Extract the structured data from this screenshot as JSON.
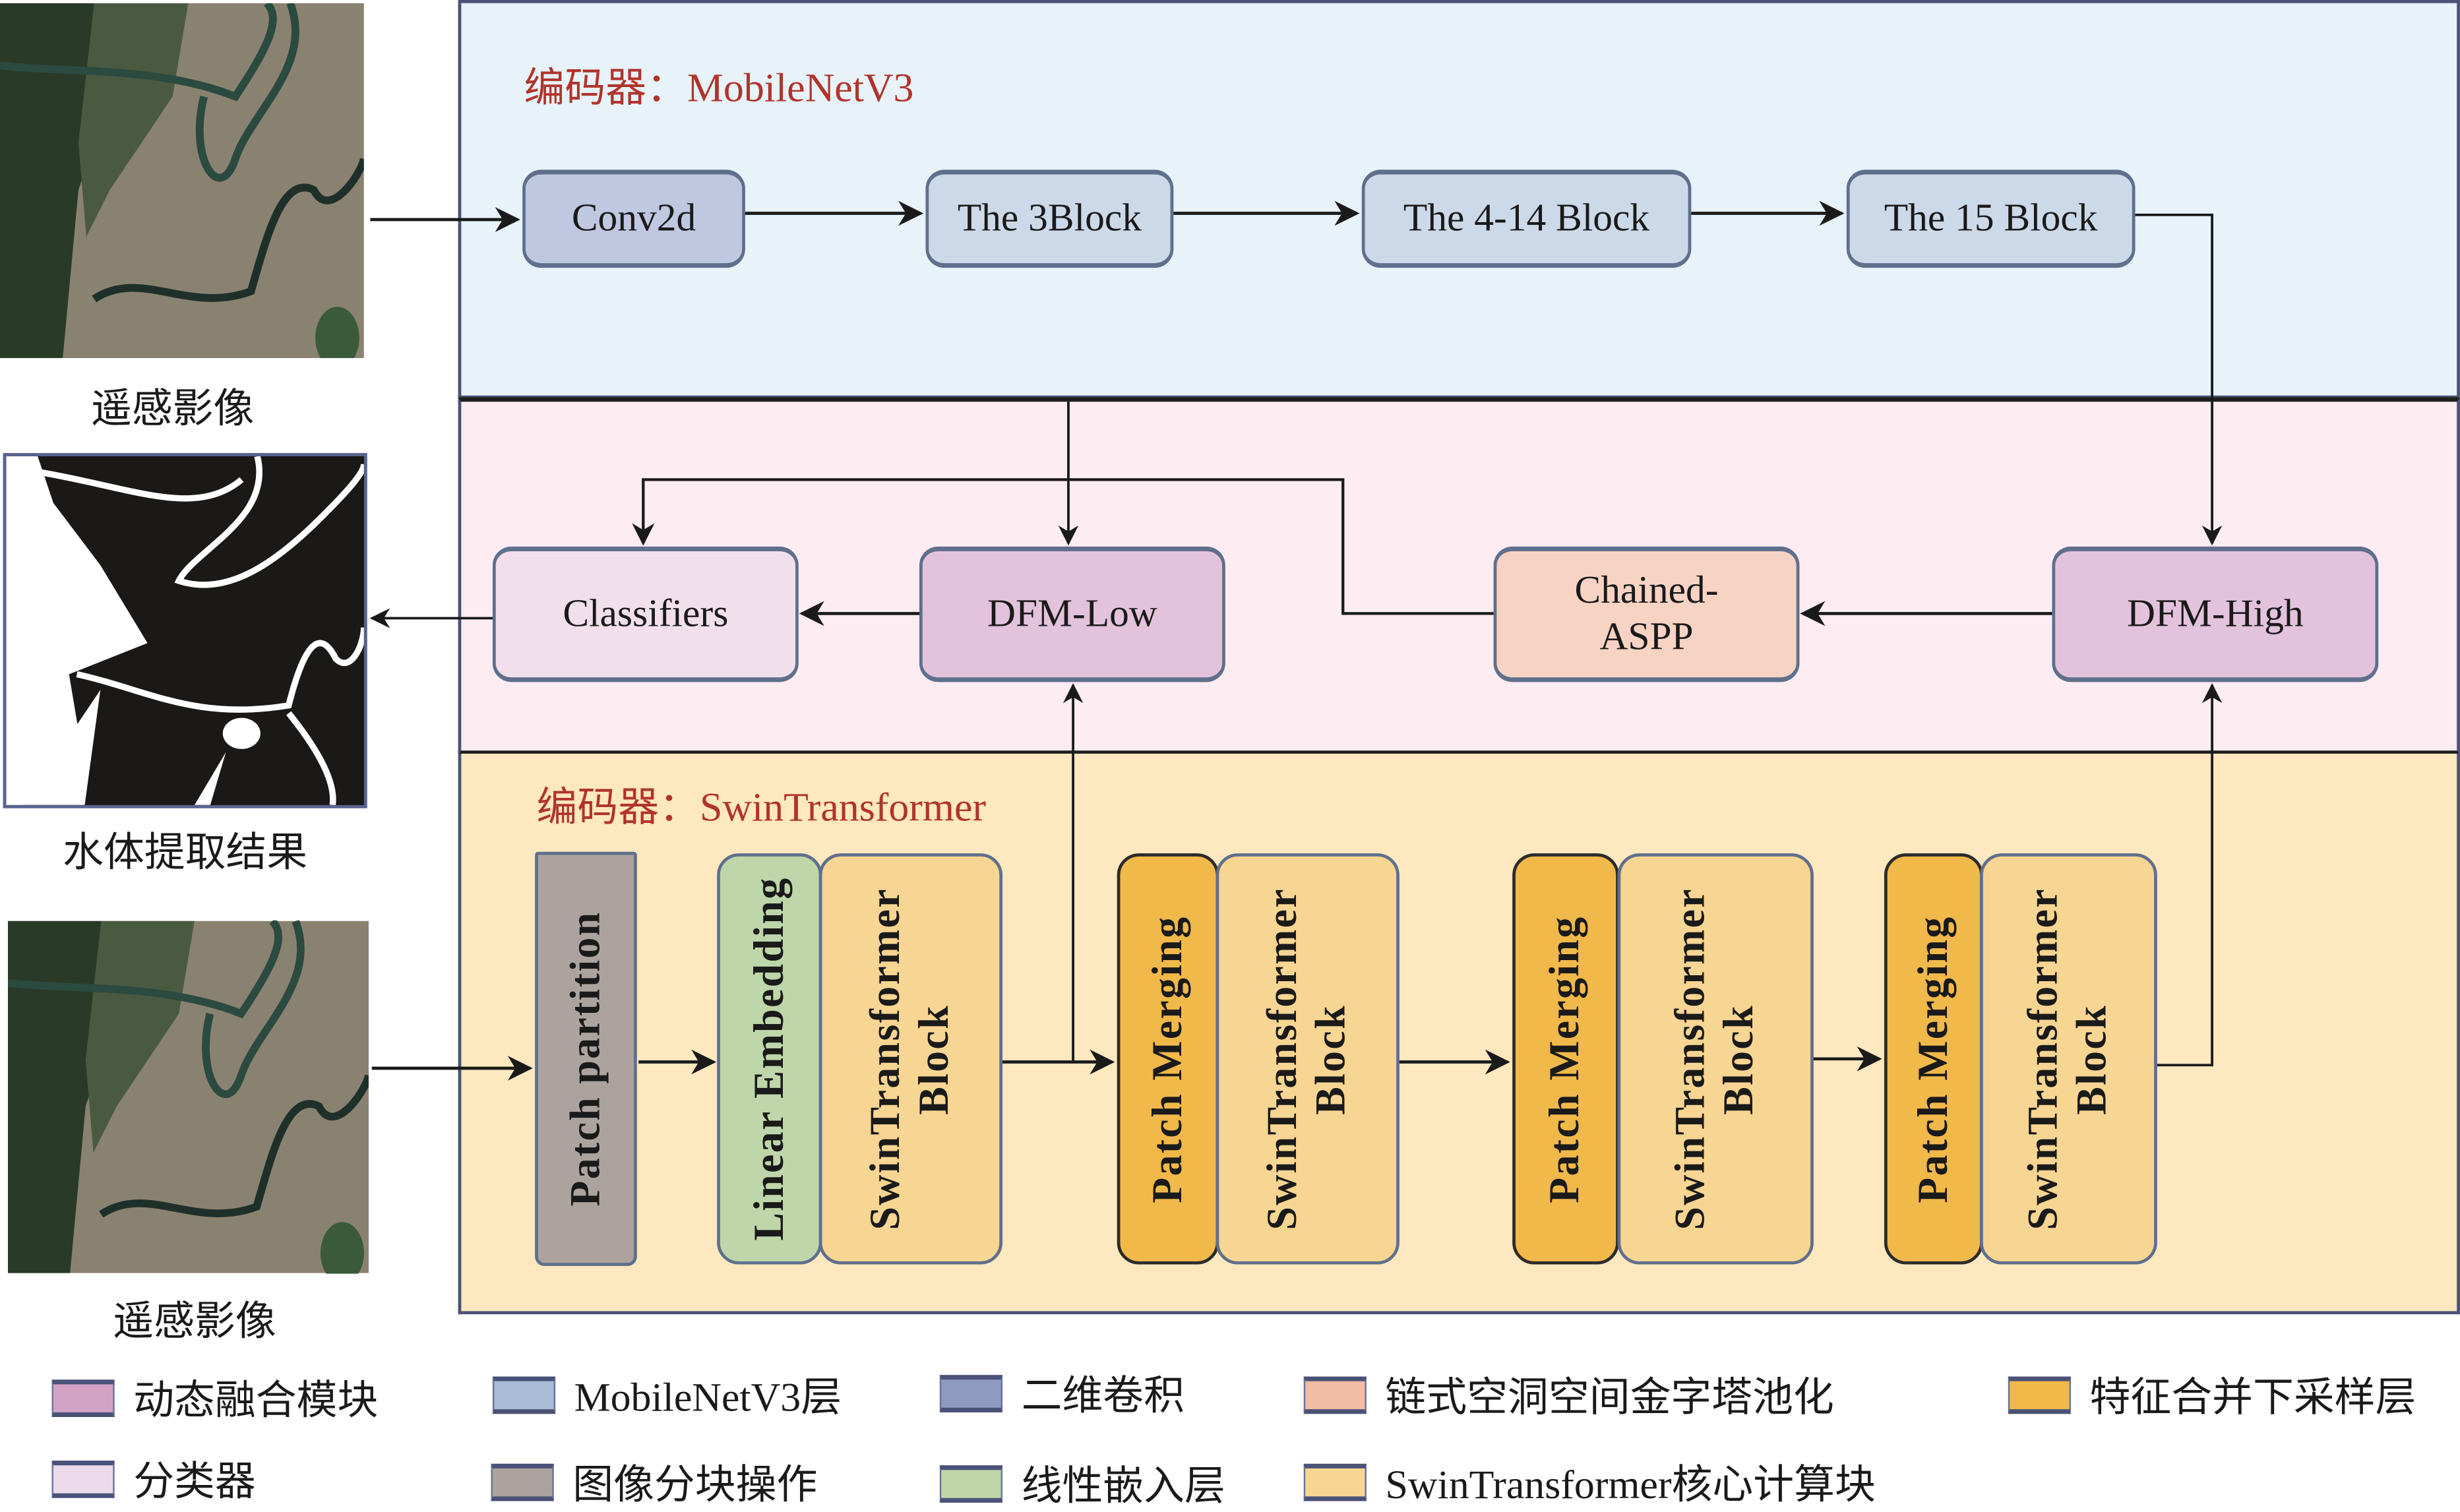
{
  "colors": {
    "panel_mobilenet_bg": "#e7f2f9",
    "panel_decoder_bg": "#fdedf3",
    "panel_swin_bg": "#fde8bf",
    "title_red": "#b0342b",
    "conv2d": "#bfc8e0",
    "mobilenet_block": "#ccd9e8",
    "dfm": "#e3c3dc",
    "classifier": "#f1e0ec",
    "chained_aspp": "#f7d3c4",
    "patch_partition": "#aca39f",
    "linear_embedding": "#bed6a9",
    "swin_block": "#f7d592",
    "patch_merging": "#f1b84a"
  },
  "inputs": {
    "top_image_caption": "遥感影像",
    "result_caption": "水体提取结果",
    "bottom_image_caption": "遥感影像"
  },
  "encoder_mobilenet": {
    "title": "编码器：MobileNetV3",
    "blocks": [
      "Conv2d",
      "The 3Block",
      "The 4-14 Block",
      "The 15 Block"
    ]
  },
  "decoder": {
    "classifiers": "Classifiers",
    "dfm_low": "DFM-Low",
    "chained_aspp": "Chained-\nASPP",
    "dfm_high": "DFM-High"
  },
  "encoder_swin": {
    "title": "编码器：SwinTransformer",
    "patch_partition": "Patch partition",
    "linear_embedding": "Linear Embedding",
    "swin_block": "SwinTransformer\nBlock",
    "patch_merging": "Patch Merging"
  },
  "legend": [
    {
      "label": "动态融合模块",
      "color": "#d3a3c6"
    },
    {
      "label": "MobileNetV3层",
      "color": "#a9bcd6"
    },
    {
      "label": "二维卷积",
      "color": "#8f9bc0"
    },
    {
      "label": "链式空洞空间金字塔池化",
      "color": "#f2bba3"
    },
    {
      "label": "特征合并下采样层",
      "color": "#f1b84a"
    },
    {
      "label": "分类器",
      "color": "#eadaea"
    },
    {
      "label": "图像分块操作",
      "color": "#aca39f"
    },
    {
      "label": "线性嵌入层",
      "color": "#bed6a9"
    },
    {
      "label": "SwinTransformer核心计算块",
      "color": "#f7d592"
    }
  ]
}
